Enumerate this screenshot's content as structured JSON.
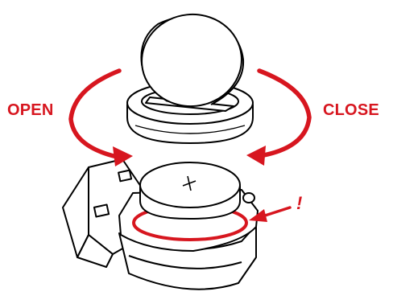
{
  "labels": {
    "open": "OPEN",
    "close": "CLOSE",
    "warning": "!"
  },
  "icons": {
    "polarity_mark": "plus-sign",
    "battery": "coin-cell-battery",
    "cover": "battery-cover",
    "device": "sensor-housing"
  },
  "colors": {
    "accent": "#d7161f",
    "line": "#000000",
    "background": "#ffffff"
  }
}
